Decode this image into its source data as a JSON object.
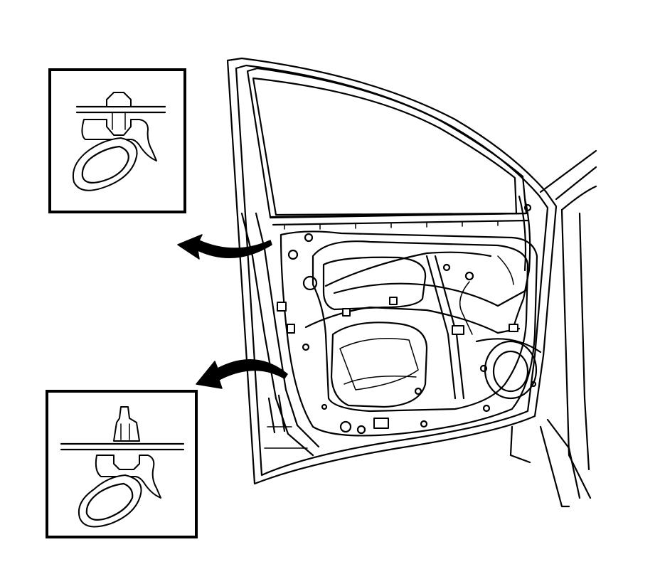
{
  "figure": {
    "subject": "",
    "callouts": [
      {
        "id": "upper",
        "points_to": "door-upper-edge"
      },
      {
        "id": "lower",
        "points_to": "door-lower-edge"
      }
    ]
  }
}
